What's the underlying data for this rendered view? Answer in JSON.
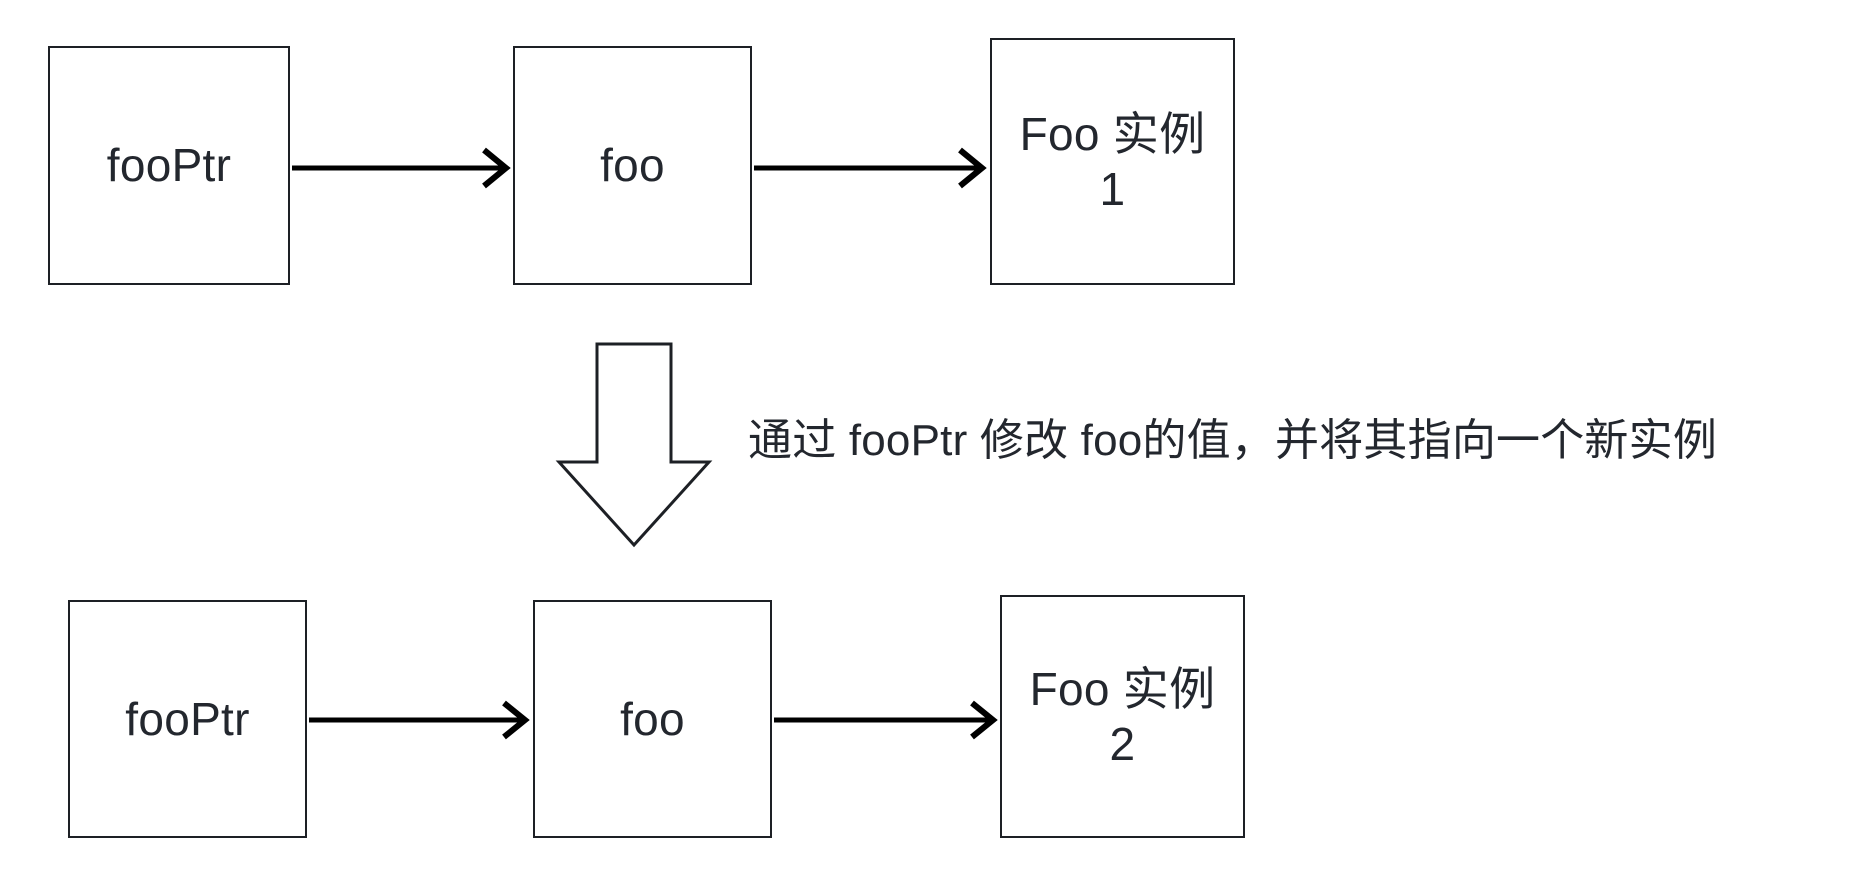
{
  "diagram": {
    "title": "fooPtr / foo / Foo instance pointer reassignment diagram",
    "background_color": "#ffffff",
    "stroke_color": "#1d2025",
    "text_color": "#23272e"
  },
  "top_row": {
    "boxes": [
      {
        "id": "top-fooptr",
        "label": "fooPtr"
      },
      {
        "id": "top-foo",
        "label": "foo"
      },
      {
        "id": "top-foo-instance",
        "label": "Foo 实例\n1"
      }
    ],
    "arrows": [
      {
        "id": "top-arrow-1",
        "from": "fooPtr",
        "to": "foo"
      },
      {
        "id": "top-arrow-2",
        "from": "foo",
        "to": "Foo 实例 1"
      }
    ]
  },
  "transition": {
    "arrow_icon": "down-block-arrow",
    "caption": "通过 fooPtr 修改 foo的值，并将其指向一个新实例"
  },
  "bottom_row": {
    "boxes": [
      {
        "id": "bottom-fooptr",
        "label": "fooPtr"
      },
      {
        "id": "bottom-foo",
        "label": "foo"
      },
      {
        "id": "bottom-foo-instance",
        "label": "Foo 实例\n2"
      }
    ],
    "arrows": [
      {
        "id": "bottom-arrow-1",
        "from": "fooPtr",
        "to": "foo"
      },
      {
        "id": "bottom-arrow-2",
        "from": "foo",
        "to": "Foo 实例 2"
      }
    ]
  }
}
